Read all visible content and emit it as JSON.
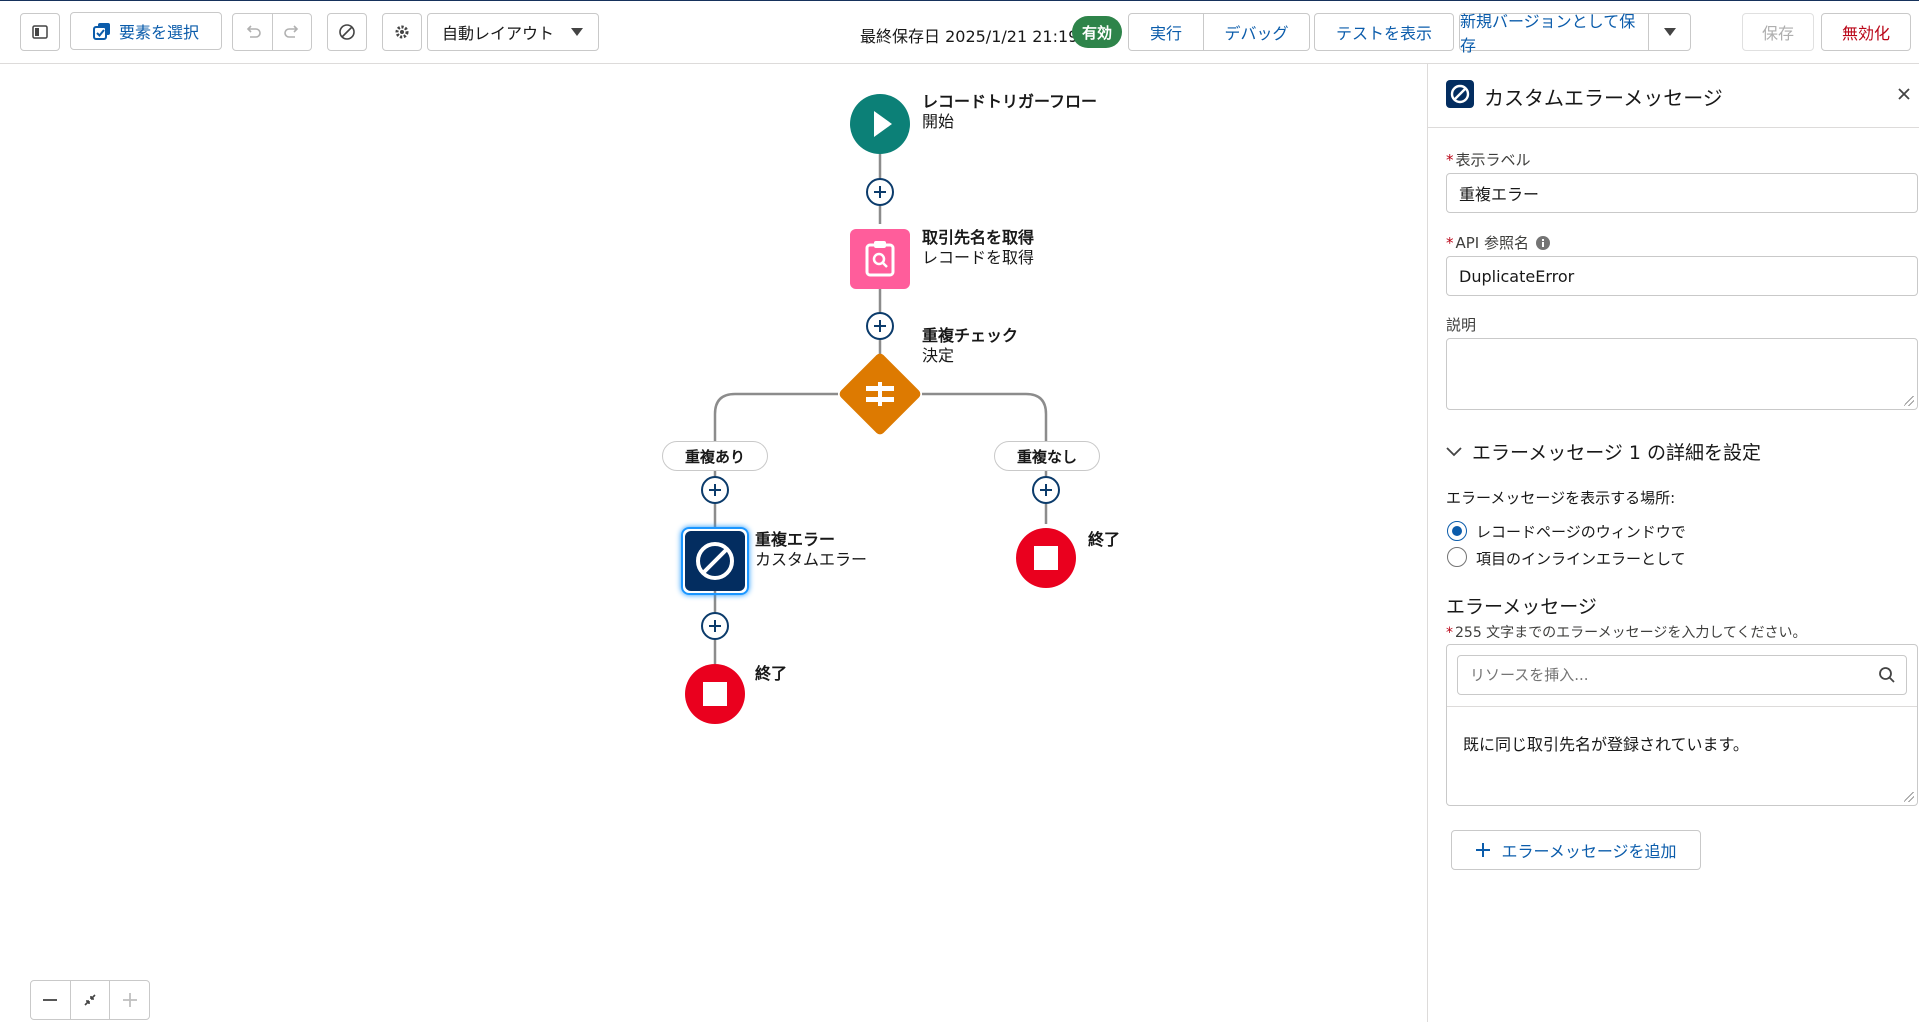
{
  "toolbar": {
    "select_elements_label": "要素を選択",
    "layout_select_value": "自動レイアウト",
    "last_saved": "最終保存日 2025/1/21 21:19",
    "status_badge": "有効",
    "run_label": "実行",
    "debug_label": "デバッグ",
    "view_tests_label": "テストを表示",
    "save_as_new_version_label": "新規バージョンとして保存",
    "save_label": "保存",
    "deactivate_label": "無効化",
    "icons": [
      "panel-toggle-icon",
      "select-elements-icon",
      "undo-icon",
      "redo-icon",
      "errors-icon",
      "settings-icon",
      "chevron-down-icon"
    ]
  },
  "canvas": {
    "start_node": {
      "title": "レコードトリガーフロー",
      "subtitle": "開始",
      "color": "#0c8077"
    },
    "get_records_node": {
      "title": "取引先名を取得",
      "subtitle": "レコードを取得",
      "color": "#ff5d9b"
    },
    "decision_node": {
      "title": "重複チェック",
      "subtitle": "決定",
      "color": "#dd7a01"
    },
    "branch_left_label": "重複あり",
    "branch_right_label": "重複なし",
    "custom_error_node": {
      "title": "重複エラー",
      "subtitle": "カスタムエラー",
      "color": "#032d60"
    },
    "end_right_label": "終了",
    "end_left_label": "終了",
    "end_color": "#ea001e",
    "zoom_controls": [
      "zoom-out-icon",
      "fit-view-icon",
      "zoom-in-icon"
    ]
  },
  "panel": {
    "title": "カスタムエラーメッセージ",
    "label_field": {
      "label": "表示ラベル",
      "value": "重複エラー"
    },
    "api_name_field": {
      "label": "API 参照名",
      "value": "DuplicateError"
    },
    "description_field": {
      "label": "説明",
      "value": ""
    },
    "section_title": "エラーメッセージ 1 の詳細を設定",
    "location_label": "エラーメッセージを表示する場所:",
    "radio_options": [
      "レコードページのウィンドウで",
      "項目のインラインエラーとして"
    ],
    "selected_option": "レコードページのウィンドウで",
    "error_message_heading": "エラーメッセージ",
    "error_message_hint": "255 文字までのエラーメッセージを入力してください。",
    "resource_placeholder": "リソースを挿入...",
    "error_message_text": "既に同じ取引先名が登録されています。",
    "add_error_button": "エラーメッセージを追加",
    "accent_color": "#0b5cab"
  }
}
